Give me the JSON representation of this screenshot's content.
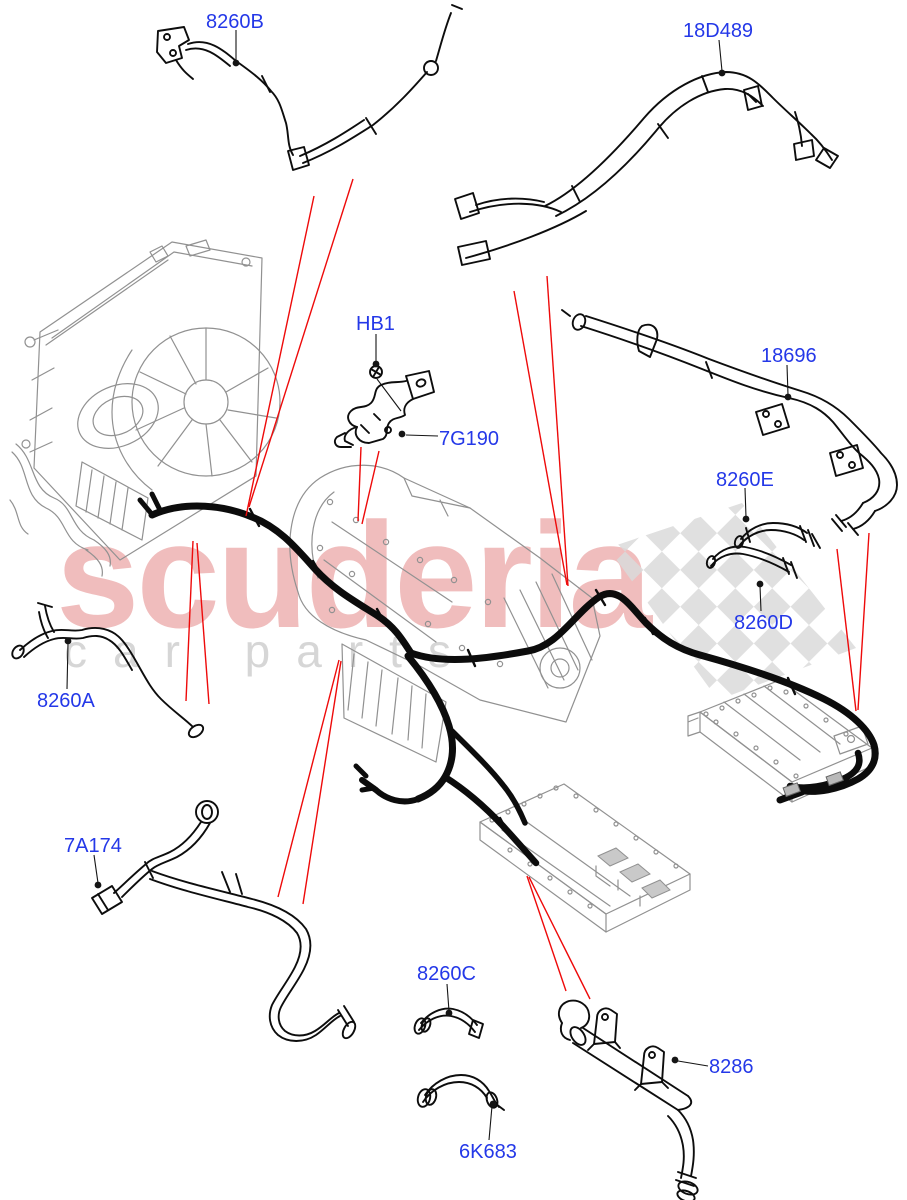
{
  "watermark": {
    "brand": "scuderia",
    "sub": "car parts"
  },
  "labels": [
    "8260B",
    "18D489",
    "HB1",
    "7G190",
    "18696",
    "8260E",
    "8260D",
    "8260A",
    "7A174",
    "8260C",
    "6K683",
    "8286"
  ],
  "colors": {
    "label_blue": "#2438e8",
    "callout_red": "#ee0a0a",
    "part_line": "#0d0d0d",
    "context_gray": "#919191",
    "watermark_pink": "#f0bdbd",
    "watermark_gray": "#d6d6d6",
    "checker_gray": "#dadada",
    "background": "#ffffff"
  }
}
